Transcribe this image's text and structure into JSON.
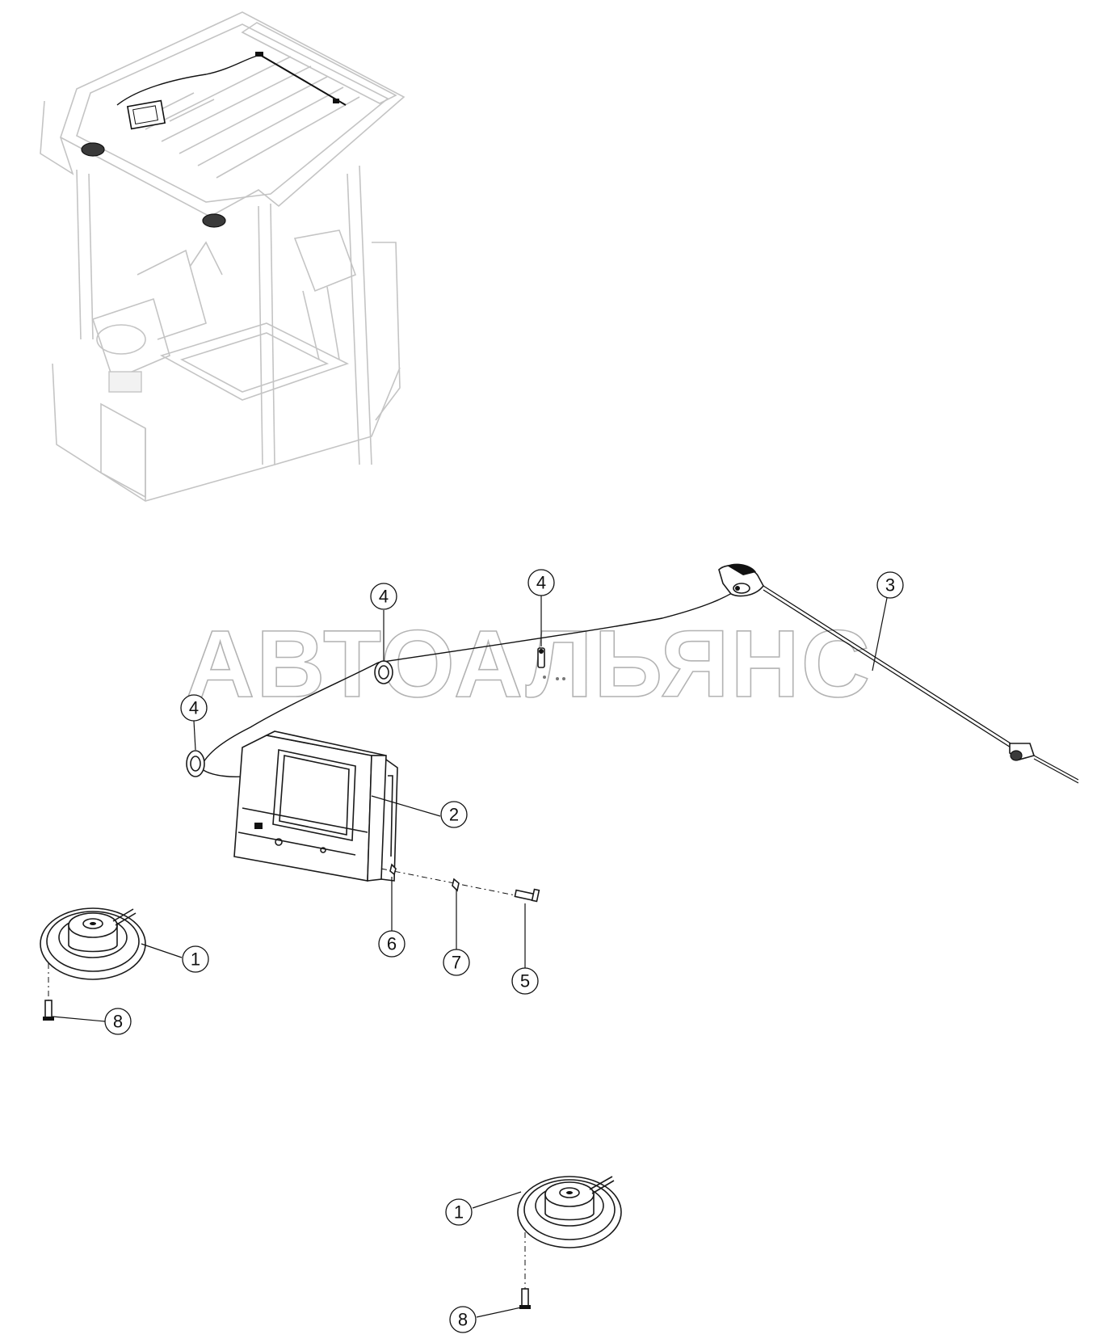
{
  "watermark": "АВТОАЛЬЯНС",
  "callouts": [
    {
      "id": "c1a",
      "label": "1"
    },
    {
      "id": "c1b",
      "label": "1"
    },
    {
      "id": "c2",
      "label": "2"
    },
    {
      "id": "c3",
      "label": "3"
    },
    {
      "id": "c4a",
      "label": "4"
    },
    {
      "id": "c4b",
      "label": "4"
    },
    {
      "id": "c4c",
      "label": "4"
    },
    {
      "id": "c5",
      "label": "5"
    },
    {
      "id": "c6",
      "label": "6"
    },
    {
      "id": "c7",
      "label": "7"
    },
    {
      "id": "c8a",
      "label": "8"
    },
    {
      "id": "c8b",
      "label": "8"
    }
  ],
  "parts": [
    {
      "number": "1",
      "name": "speaker"
    },
    {
      "number": "2",
      "name": "radio-unit"
    },
    {
      "number": "3",
      "name": "antenna"
    },
    {
      "number": "4",
      "name": "cable-clip"
    },
    {
      "number": "5",
      "name": "bolt"
    },
    {
      "number": "6",
      "name": "washer"
    },
    {
      "number": "7",
      "name": "spring-washer"
    },
    {
      "number": "8",
      "name": "screw"
    }
  ]
}
